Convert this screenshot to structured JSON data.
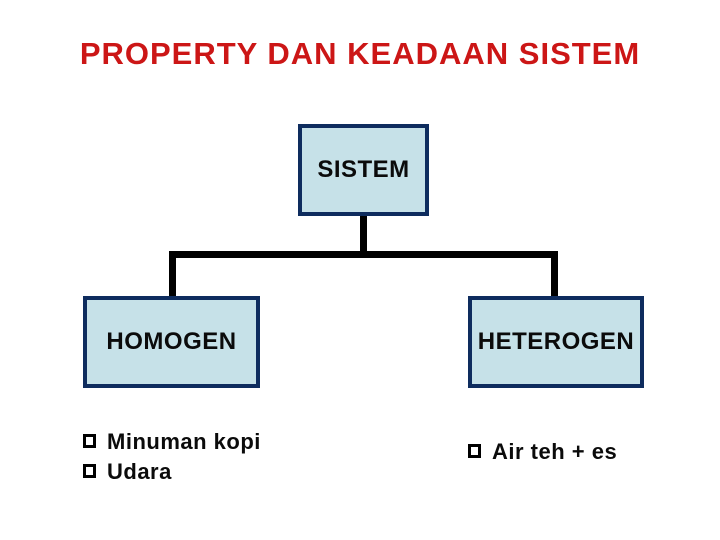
{
  "slide": {
    "title": "PROPERTY DAN KEADAAN SISTEM"
  },
  "diagram": {
    "root": {
      "label": "SISTEM"
    },
    "children": [
      {
        "label": "HOMOGEN",
        "items": [
          "Minuman kopi",
          "Udara"
        ]
      },
      {
        "label": "HETEROGEN",
        "items": [
          "Air teh + es"
        ]
      }
    ]
  },
  "icons": {
    "bullet": "square-outline-bullet-icon"
  },
  "colors": {
    "title_red": "#cc1616",
    "box_fill": "#c6e1e8",
    "box_border": "#0e2c5e",
    "connector": "#000000",
    "text": "#0b0b0b",
    "background": "#ffffff"
  }
}
